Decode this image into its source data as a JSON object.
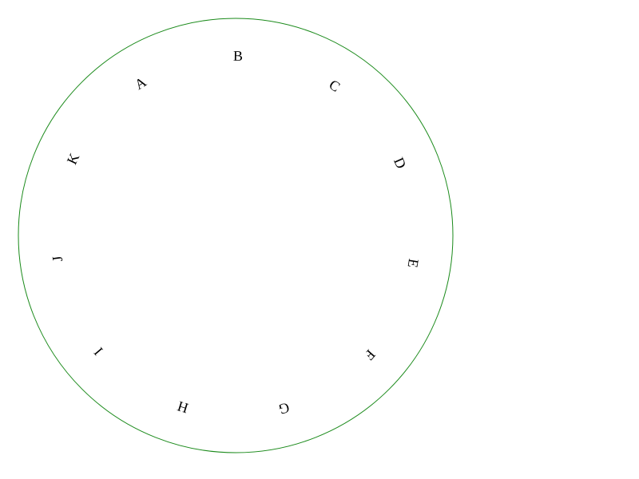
{
  "circle": {
    "stroke_color": "#1a8a1a"
  },
  "letters": [
    "A",
    "B",
    "C",
    "D",
    "E",
    "F",
    "G",
    "H",
    "I",
    "J",
    "K"
  ]
}
